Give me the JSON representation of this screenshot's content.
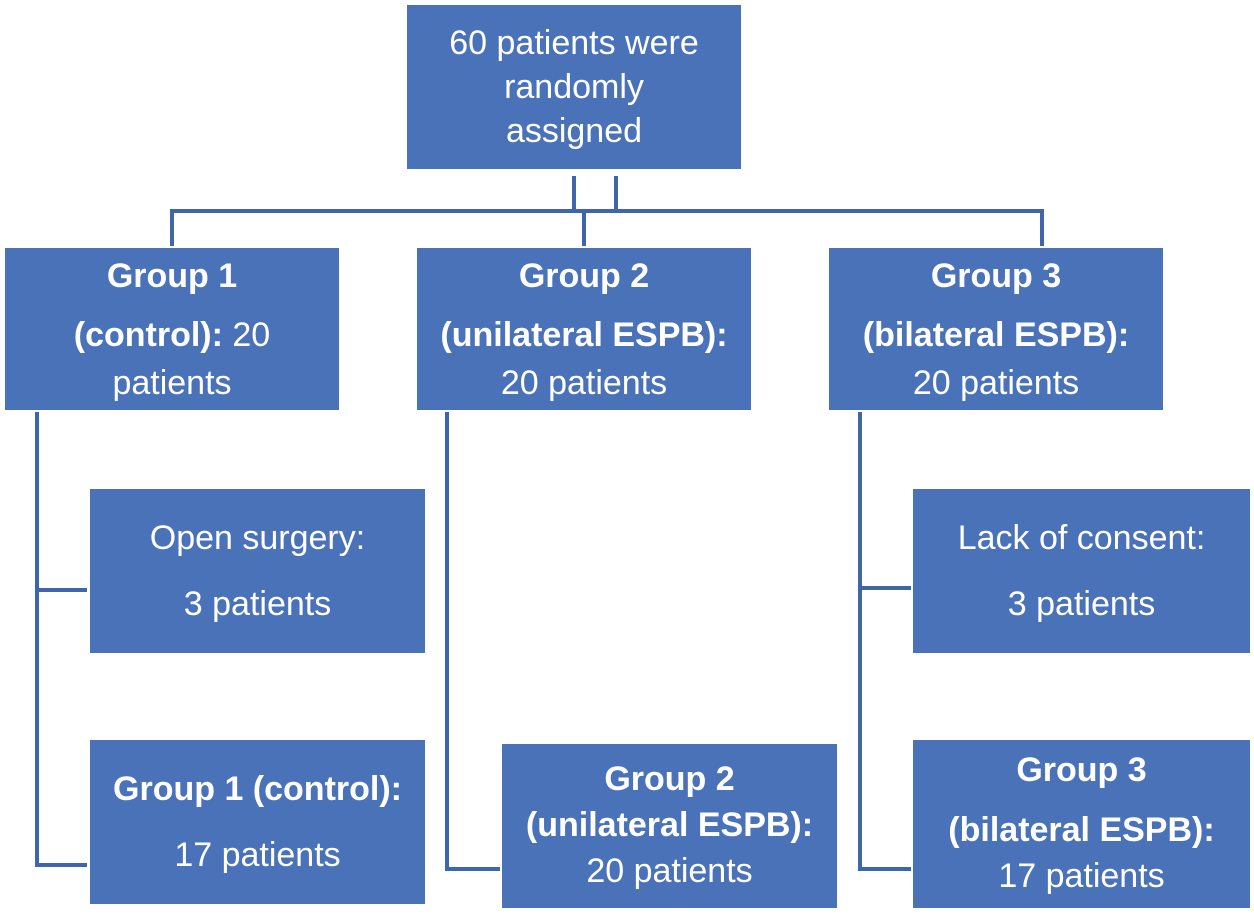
{
  "colors": {
    "box_fill": "#4a72b9",
    "text": "#ffffff",
    "connector": "#3f66ad"
  },
  "top": {
    "line1": "60 patients were",
    "line2": "randomly",
    "line3": "assigned"
  },
  "groups": [
    {
      "title": "Group 1",
      "qualifier": "(control):",
      "count_inline": " 20",
      "count_line": "patients"
    },
    {
      "title": "Group 2",
      "qualifier": "(unilateral ESPB):",
      "count_line": "20 patients"
    },
    {
      "title": "Group 3",
      "qualifier": "(bilateral ESPB):",
      "count_line": "20 patients"
    }
  ],
  "exclusions": [
    {
      "reason": "Open surgery:",
      "count": "3 patients"
    },
    {
      "reason": "Lack of consent:",
      "count": "3 patients"
    }
  ],
  "finals": [
    {
      "title": "Group 1 (control):",
      "count": "17 patients"
    },
    {
      "title": "Group 2",
      "qualifier": "(unilateral ESPB):",
      "count": "20 patients"
    },
    {
      "title": "Group 3",
      "qualifier": "(bilateral ESPB):",
      "count": "17 patients"
    }
  ]
}
